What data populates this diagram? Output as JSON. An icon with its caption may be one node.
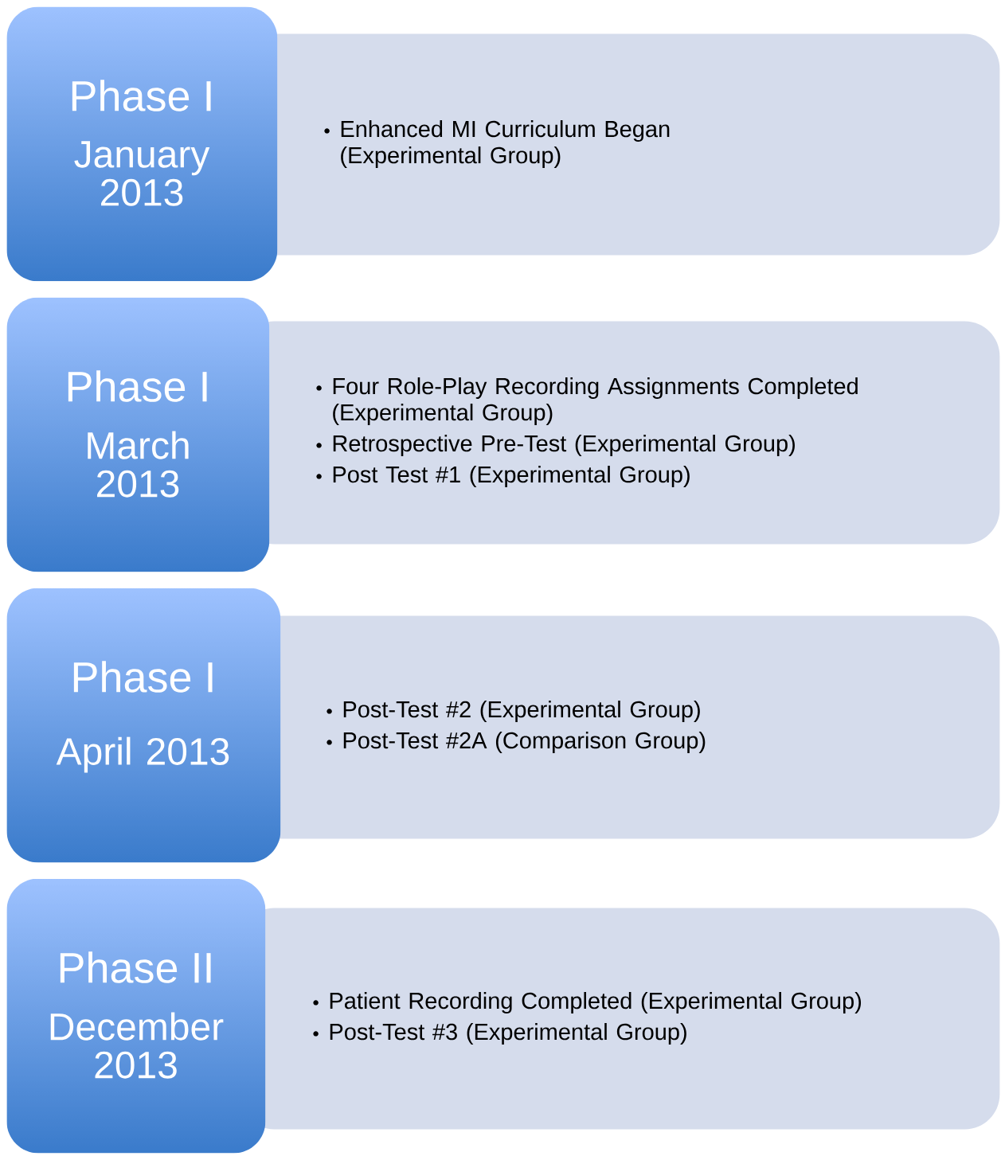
{
  "diagram": {
    "nodes": [
      {
        "text": [
          "Phase I",
          "January 2013"
        ]
      },
      {
        "text": [
          "Enhanced MI Curriculum Began (Experimental Group)"
        ]
      },
      {
        "text": [
          "Phase I",
          "March 2013"
        ]
      },
      {
        "text": [
          "Four Role-Play Recording Assignments Completed (Experimental Group)",
          "Retrospective Pre-Test (Experimental Group)",
          "Post Test #1 (Experimental Group)"
        ]
      },
      {
        "text": [
          "Phase I",
          "April 2013"
        ]
      },
      {
        "text": [
          "Post-Test #2 (Experimental Group)",
          "Post-Test #2A (Comparison Group)"
        ]
      },
      {
        "text": [
          "Phase II",
          "December 2013"
        ]
      },
      {
        "text": [
          "Patient Recording Completed (Experimental Group)",
          "Post-Test #3 (Experimental Group)"
        ]
      }
    ]
  }
}
